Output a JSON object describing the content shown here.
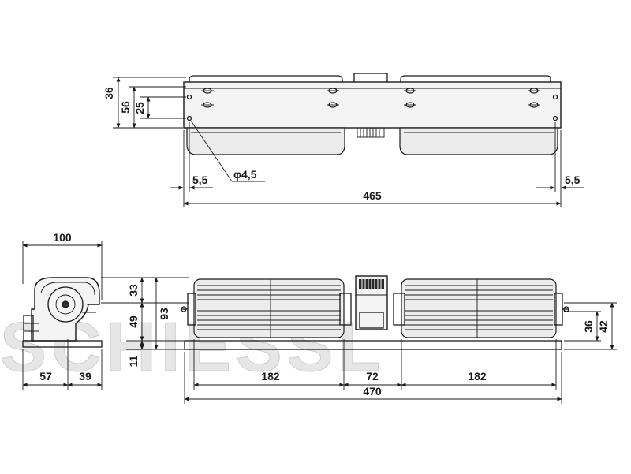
{
  "watermark": "SCHIESSL",
  "top_view": {
    "dim_36": "36",
    "dim_56": "56",
    "dim_25": "25",
    "dim_5_5_left": "5,5",
    "dim_hole": "φ4,5",
    "dim_5_5_right": "5,5",
    "dim_465": "465"
  },
  "side_view": {
    "dim_100": "100",
    "dim_57": "57",
    "dim_39": "39"
  },
  "front_view": {
    "dim_33": "33",
    "dim_49": "49",
    "dim_93": "93",
    "dim_11": "11",
    "dim_36": "36",
    "dim_42": "42",
    "dim_182_left": "182",
    "dim_72": "72",
    "dim_182_right": "182",
    "dim_470": "470"
  }
}
